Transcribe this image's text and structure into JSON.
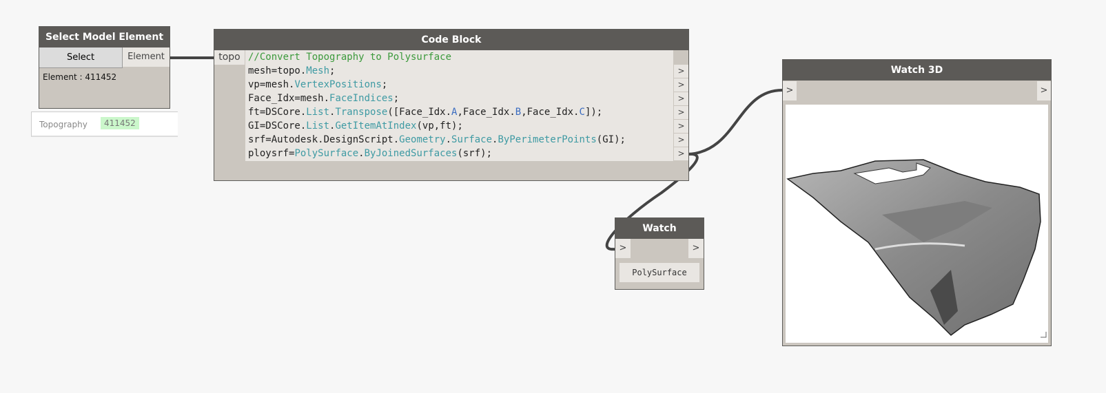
{
  "select_node": {
    "title": "Select Model Element",
    "select_label": "Select",
    "output_port": "Element",
    "value_text": "Element : 411452"
  },
  "preview_bubble": {
    "type": "Topography",
    "id": "411452"
  },
  "code_block": {
    "title": "Code Block",
    "input_port": "topo",
    "output_port": ">",
    "lines": [
      [
        {
          "t": "//Convert Topography to Polysurface",
          "c": "comment"
        }
      ],
      [
        {
          "t": "mesh=topo."
        },
        {
          "t": "Mesh",
          "c": "teal"
        },
        {
          "t": ";"
        }
      ],
      [
        {
          "t": "vp=mesh."
        },
        {
          "t": "VertexPositions",
          "c": "teal"
        },
        {
          "t": ";"
        }
      ],
      [
        {
          "t": "Face_Idx=mesh."
        },
        {
          "t": "FaceIndices",
          "c": "teal"
        },
        {
          "t": ";"
        }
      ],
      [
        {
          "t": "ft=DSCore."
        },
        {
          "t": "List",
          "c": "teal"
        },
        {
          "t": "."
        },
        {
          "t": "Transpose",
          "c": "teal"
        },
        {
          "t": "([Face_Idx."
        },
        {
          "t": "A",
          "c": "blue"
        },
        {
          "t": ",Face_Idx."
        },
        {
          "t": "B",
          "c": "blue"
        },
        {
          "t": ",Face_Idx."
        },
        {
          "t": "C",
          "c": "blue"
        },
        {
          "t": "]);"
        }
      ],
      [
        {
          "t": "GI=DSCore."
        },
        {
          "t": "List",
          "c": "teal"
        },
        {
          "t": "."
        },
        {
          "t": "GetItemAtIndex",
          "c": "teal"
        },
        {
          "t": "(vp,ft);"
        }
      ],
      [
        {
          "t": "srf=Autodesk.DesignScript."
        },
        {
          "t": "Geometry",
          "c": "teal"
        },
        {
          "t": "."
        },
        {
          "t": "Surface",
          "c": "teal"
        },
        {
          "t": "."
        },
        {
          "t": "ByPerimeterPoints",
          "c": "teal"
        },
        {
          "t": "(GI);"
        }
      ],
      [
        {
          "t": "ploysrf="
        },
        {
          "t": "PolySurface",
          "c": "teal"
        },
        {
          "t": "."
        },
        {
          "t": "ByJoinedSurfaces",
          "c": "teal"
        },
        {
          "t": "(srf);"
        }
      ]
    ]
  },
  "watch3d": {
    "title": "Watch 3D",
    "input_port": ">",
    "output_port": ">"
  },
  "watch": {
    "title": "Watch",
    "input_port": ">",
    "output_port": ">",
    "value": "PolySurface"
  },
  "colors": {
    "comment": "#3c9a3c",
    "teal": "#3e9aa3",
    "blue": "#3a6cc0"
  }
}
